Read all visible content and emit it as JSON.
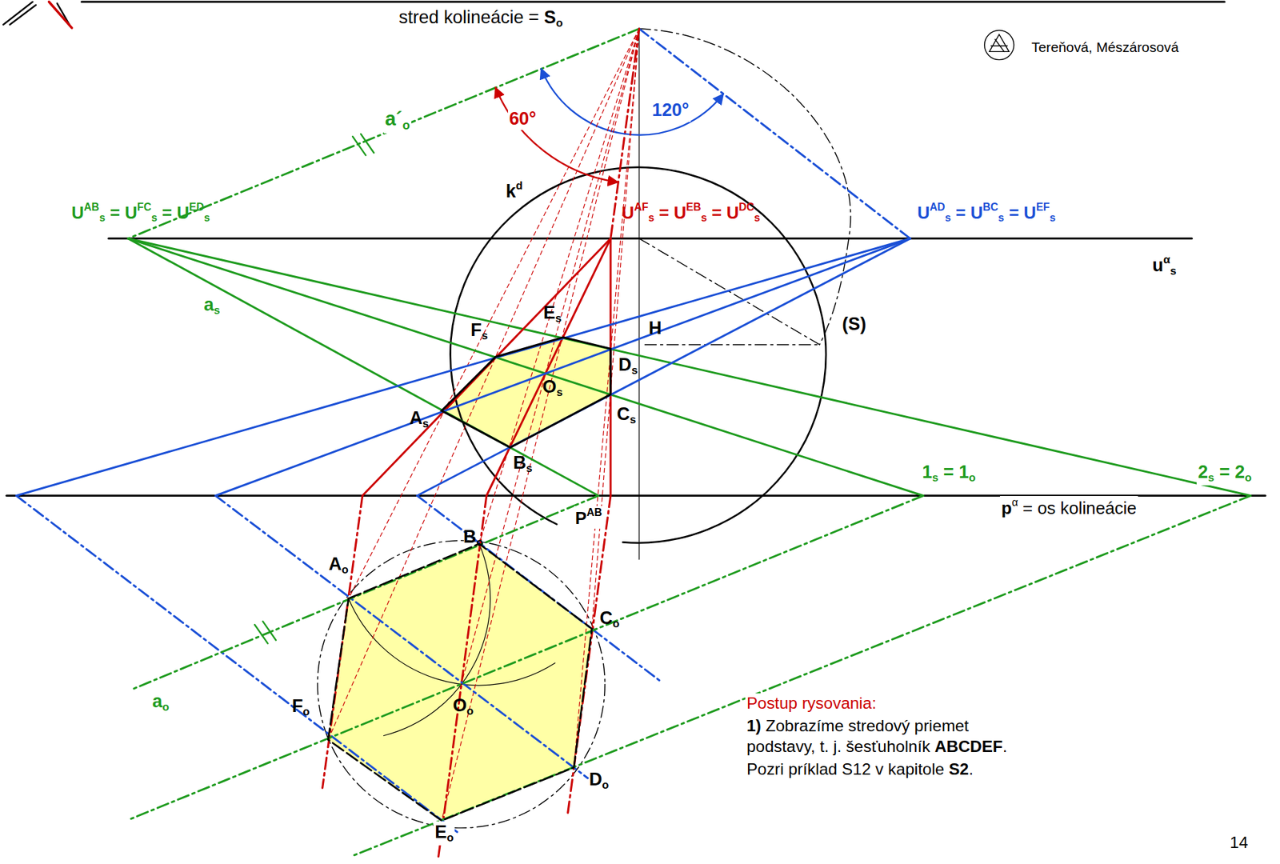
{
  "diagram": {
    "labels": [
      "stred kolineácie =",
      "S",
      "o",
      "Tereňová, Mészárosová",
      "a´",
      "o",
      "60°",
      "120°",
      "k",
      "d",
      "U",
      "AB",
      "s",
      "=",
      "U",
      "FC",
      "s",
      "=",
      "U",
      "ED",
      "s",
      "U",
      "AF",
      "s",
      "=",
      "U",
      "EB",
      "s",
      "=",
      "U",
      "DC",
      "s",
      "U",
      "AD",
      "s",
      "=",
      "U",
      "BC",
      "s",
      "=",
      "U",
      "EF",
      "s",
      "u",
      "α",
      "s",
      "a",
      "s",
      "E",
      "s",
      "F",
      "s",
      "H",
      "(S)",
      "D",
      "s",
      "O",
      "s",
      "A",
      "s",
      "C",
      "s",
      "B",
      "s",
      "1",
      "s",
      "=",
      "1",
      "o",
      "2",
      "s",
      "=",
      "2",
      "o",
      "P",
      "AB",
      "p",
      "α",
      "= os kolineácie",
      "B",
      "o",
      "A",
      "o",
      "C",
      "o",
      "a",
      "o",
      "O",
      "o",
      "F",
      "o",
      "D",
      "o",
      "E",
      "o",
      "Postup rysovania:",
      "1)",
      "Zobrazíme stredový priemet podstavy, t. j. šesťuholník",
      "ABCDEF",
      ".",
      "Pozri príklad S12 v kapitole",
      "S2",
      ".",
      "14"
    ]
  }
}
